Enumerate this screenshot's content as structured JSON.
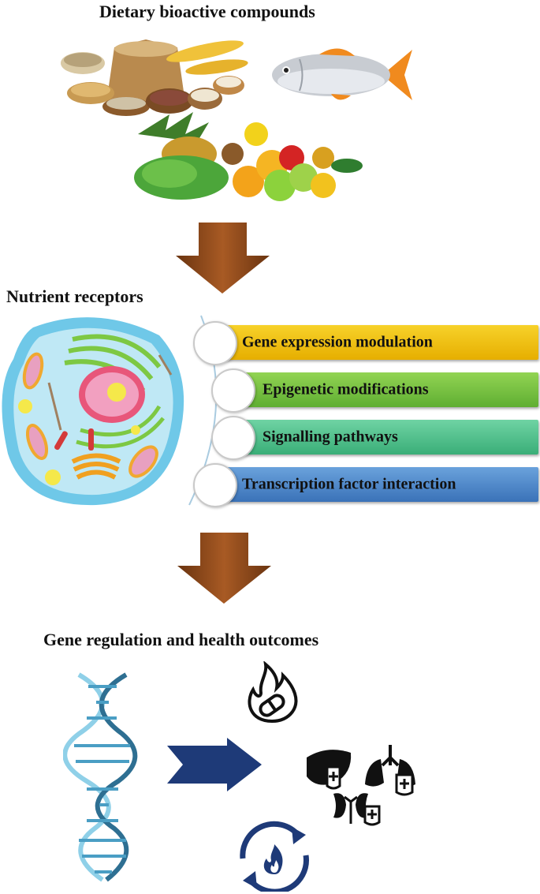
{
  "headings": {
    "dietary": "Dietary bioactive compounds",
    "receptors": "Nutrient receptors",
    "outcomes": "Gene regulation and health outcomes"
  },
  "mechanisms": [
    {
      "label": "Gene expression modulation",
      "color": "#f2c200"
    },
    {
      "label": "Epigenetic modifications",
      "color": "#7cc241"
    },
    {
      "label": "Signalling pathways",
      "color": "#4fc08d"
    },
    {
      "label": "Transcription factor interaction",
      "color": "#4a86c8"
    }
  ],
  "colors": {
    "flow_arrow": "#8a4a1c",
    "blue_arrow": "#1e3a78",
    "cell_membrane": "#6fc8e8",
    "nucleus": "#e8567a",
    "dna_light": "#8fd0e8",
    "dna_dark": "#2e6f92"
  },
  "icons": {
    "food": [
      "grains-icon",
      "fish-icon",
      "fruits-vegetables-icon"
    ],
    "cell": "cell-icon",
    "dna": "dna-helix-icon",
    "outcomes": [
      "inflammation-icon",
      "organ-protection-icon",
      "metabolism-cycle-icon"
    ]
  }
}
